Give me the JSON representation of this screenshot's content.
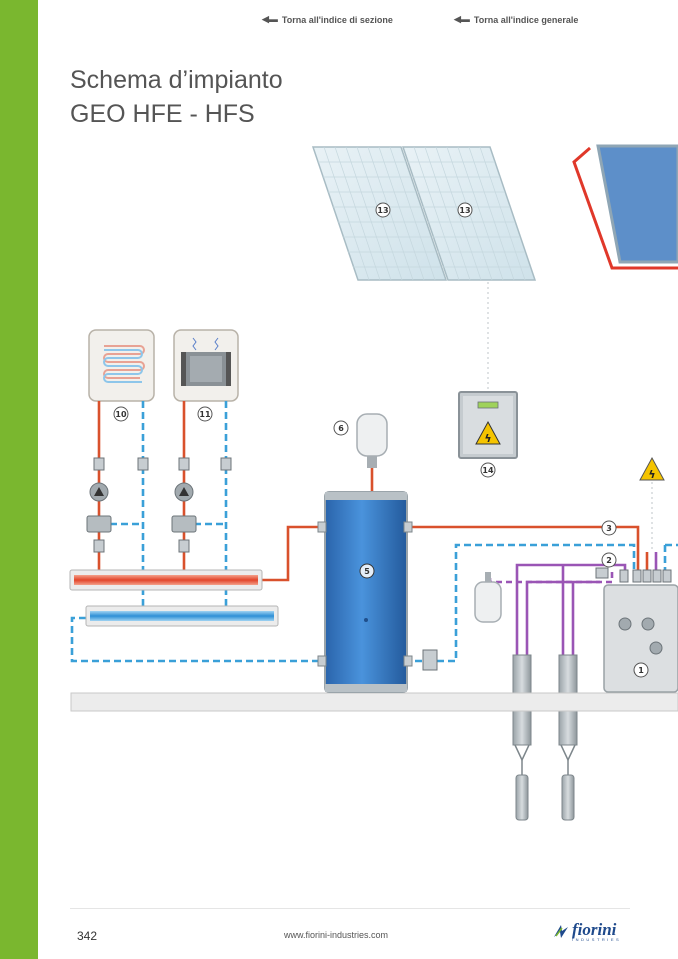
{
  "header": {
    "nav_section": "Torna all'indice di sezione",
    "nav_general": "Torna all'indice generale"
  },
  "title": {
    "line1": "Schema d’impianto",
    "line2": "GEO HFE - HFS"
  },
  "diagram": {
    "labels": {
      "n1": "1",
      "n2": "2",
      "n3": "3",
      "n5": "5",
      "n6": "6",
      "n10": "10",
      "n11": "11",
      "n13a": "13",
      "n13b": "13",
      "n14": "14"
    },
    "colors": {
      "hot_pipe": "#d9512c",
      "cold_pipe": "#3aa0d8",
      "ground_pipe": "#9a55b5",
      "tank": "#2e74c2",
      "solar_loop": "#e0382a",
      "warning": "#f5c400"
    }
  },
  "footer": {
    "page_number": "342",
    "url": "www.fiorini-industries.com",
    "logo_text": "fiorini",
    "logo_sub": "INDUSTRIES"
  },
  "colors": {
    "side_band": "#7ab72f",
    "title": "#555555"
  }
}
